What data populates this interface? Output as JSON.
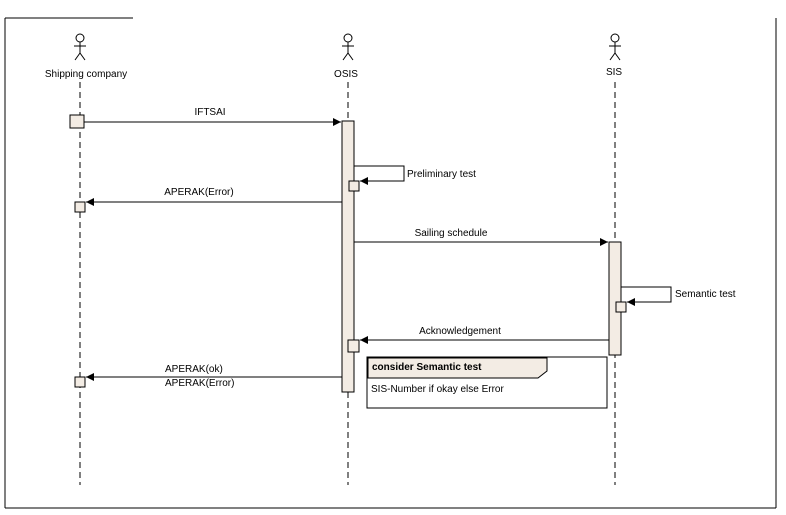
{
  "actors": [
    {
      "label": "Shipping company"
    },
    {
      "label": "OSIS"
    },
    {
      "label": "SIS"
    }
  ],
  "messages": [
    {
      "label": "IFTSAI"
    },
    {
      "label": "Preliminary test"
    },
    {
      "label": "APERAK(Error)"
    },
    {
      "label": "Sailing schedule"
    },
    {
      "label": "Semantic test"
    },
    {
      "label": "Acknowledgement"
    },
    {
      "label": "APERAK(ok)"
    },
    {
      "label": "APERAK(Error)"
    }
  ],
  "note": {
    "title": "consider Semantic test",
    "body": "SIS-Number if okay else Error"
  },
  "colors": {
    "activation_fill": "#f3ece4",
    "note_header": "#f3ece4",
    "line": "#000000"
  }
}
